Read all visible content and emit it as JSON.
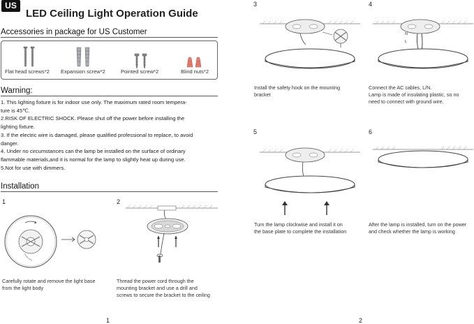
{
  "header": {
    "badge": "US",
    "title": "LED Ceiling Light Operation Guide"
  },
  "accessories": {
    "heading": "Accessories in package for US Customer",
    "items": [
      {
        "label": "Flat head screws*2"
      },
      {
        "label": "Expansion screw*2"
      },
      {
        "label": "Pointed screw*2"
      },
      {
        "label": "Blind nuts*2"
      }
    ],
    "colors": {
      "blind_nut": "#e97b6c",
      "screw": "#8a8a8a"
    }
  },
  "warning": {
    "heading": "Warning:",
    "lines": [
      "1. This lighting fixture is for indoor use only. The maximum rated room tempera-",
      "ture is 45℃.",
      "2.RISK OF ELECTRIC SHOCK. Please shut off the power before installing the",
      "lighting fixture.",
      "3. If the electric wire is damaged, please qualified professional to replace, to avoid",
      "danger.",
      "4. Under no circumstances can the lamp be installed on the surface of ordinary",
      "flammable materials,and it is normal for the lamp to slightly heat up during use.",
      "5.Not for use with dimmers."
    ]
  },
  "installation": {
    "heading": "Installation",
    "steps": [
      {
        "number": "1",
        "caption_lines": [
          "Carefully rotate and remove the light base",
          "from the light body"
        ]
      },
      {
        "number": "2",
        "caption_lines": [
          "Thread the power cord through the",
          "mounting bracket and use a drill and",
          "screws to secure the bracket to the ceiling"
        ]
      },
      {
        "number": "3",
        "caption_lines": [
          "Install the safety hook on the mounting",
          "bracket"
        ]
      },
      {
        "number": "4",
        "caption_lines": [
          "Connect the AC cables, L/N.",
          "Lamp is made of insulating plastic, so no",
          "need to connect with ground wire."
        ],
        "wire_labels": [
          "N",
          "L"
        ]
      },
      {
        "number": "5",
        "caption_lines": [
          "Turn the lamp clockwise and install it on",
          "the base plate to complete the installation"
        ]
      },
      {
        "number": "6",
        "caption_lines": [
          "After the lamp is installed, turn on the power",
          "and check whether the lamp is working"
        ]
      }
    ]
  },
  "pages": {
    "left": "1",
    "right": "2"
  }
}
